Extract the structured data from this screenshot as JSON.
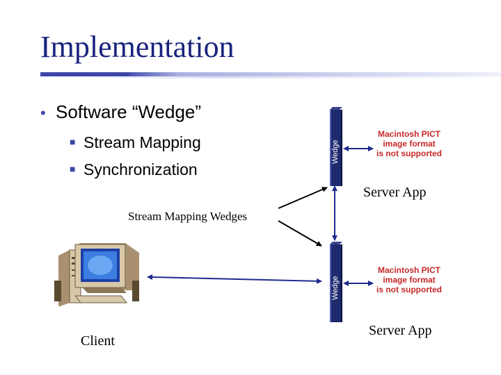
{
  "slide": {
    "title": "Implementation",
    "bullets": {
      "main": "Software “Wedge”",
      "sub1": "Stream Mapping",
      "sub2": "Synchronization"
    },
    "wedge_top_label": "Wedge",
    "wedge_bottom_label": "Wedge",
    "pict_top": [
      "Macintosh PICT",
      "image format",
      "is not supported"
    ],
    "pict_bottom": [
      "Macintosh PICT",
      "image format",
      "is not supported"
    ],
    "server_app_top": "Server App",
    "server_app_bottom": "Server App",
    "stream_mapping_wedges": "Stream Mapping Wedges",
    "client_label": "Client"
  }
}
